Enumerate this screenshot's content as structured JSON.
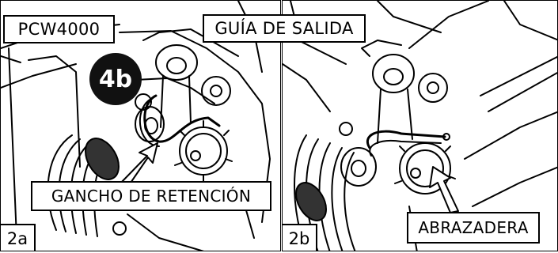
{
  "model": "PCW4000",
  "title": "GUÍA DE SALIDA",
  "step_badge": "4b",
  "panels": [
    {
      "id": "2a",
      "callout": "GANCHO DE RETENCIÓN"
    },
    {
      "id": "2b",
      "callout": "ABRAZADERA"
    }
  ],
  "colors": {
    "ink": "#000000",
    "paper": "#ffffff",
    "badge": "#111111"
  }
}
